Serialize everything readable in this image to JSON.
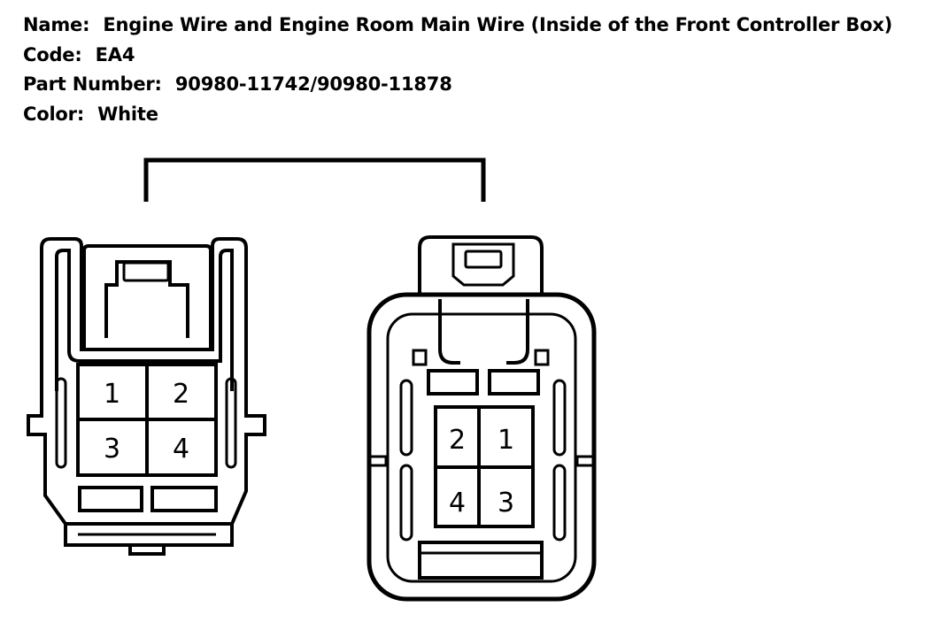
{
  "header": {
    "name_label": "Name:",
    "name_value": "Engine Wire and Engine Room Main Wire (Inside of the Front Controller Box)",
    "code_label": "Code:",
    "code_value": "EA4",
    "part_label": "Part Number:",
    "part_value": "90980-11742/90980-11878",
    "color_label": "Color:",
    "color_value": "White"
  },
  "connectors": {
    "left": {
      "pins": [
        "1",
        "2",
        "3",
        "4"
      ]
    },
    "right": {
      "pins": [
        "2",
        "1",
        "4",
        "3"
      ]
    }
  }
}
